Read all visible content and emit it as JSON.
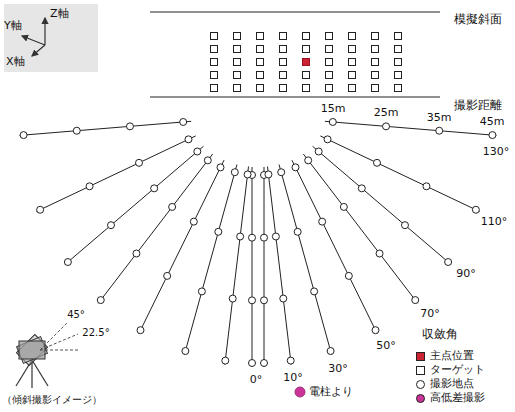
{
  "diagram": {
    "labels": [
      "模擬斜面",
      "Z軸",
      "Y軸",
      "X軸",
      "撮影距離",
      "15m",
      "25m",
      "35m",
      "45m",
      "130°",
      "110°",
      "90°",
      "70°",
      "50°",
      "30°",
      "10°",
      "0°",
      "収斂角",
      "電柱より",
      "45°",
      "22.5°",
      "（傾斜撮影イメージ）"
    ],
    "legend": [
      {
        "text": "主点位置",
        "color": "#cc2233"
      },
      {
        "text": "ターゲット"
      },
      {
        "text": "撮影地点"
      },
      {
        "text": "高低差撮影",
        "color": "#cc3399"
      }
    ]
  }
}
